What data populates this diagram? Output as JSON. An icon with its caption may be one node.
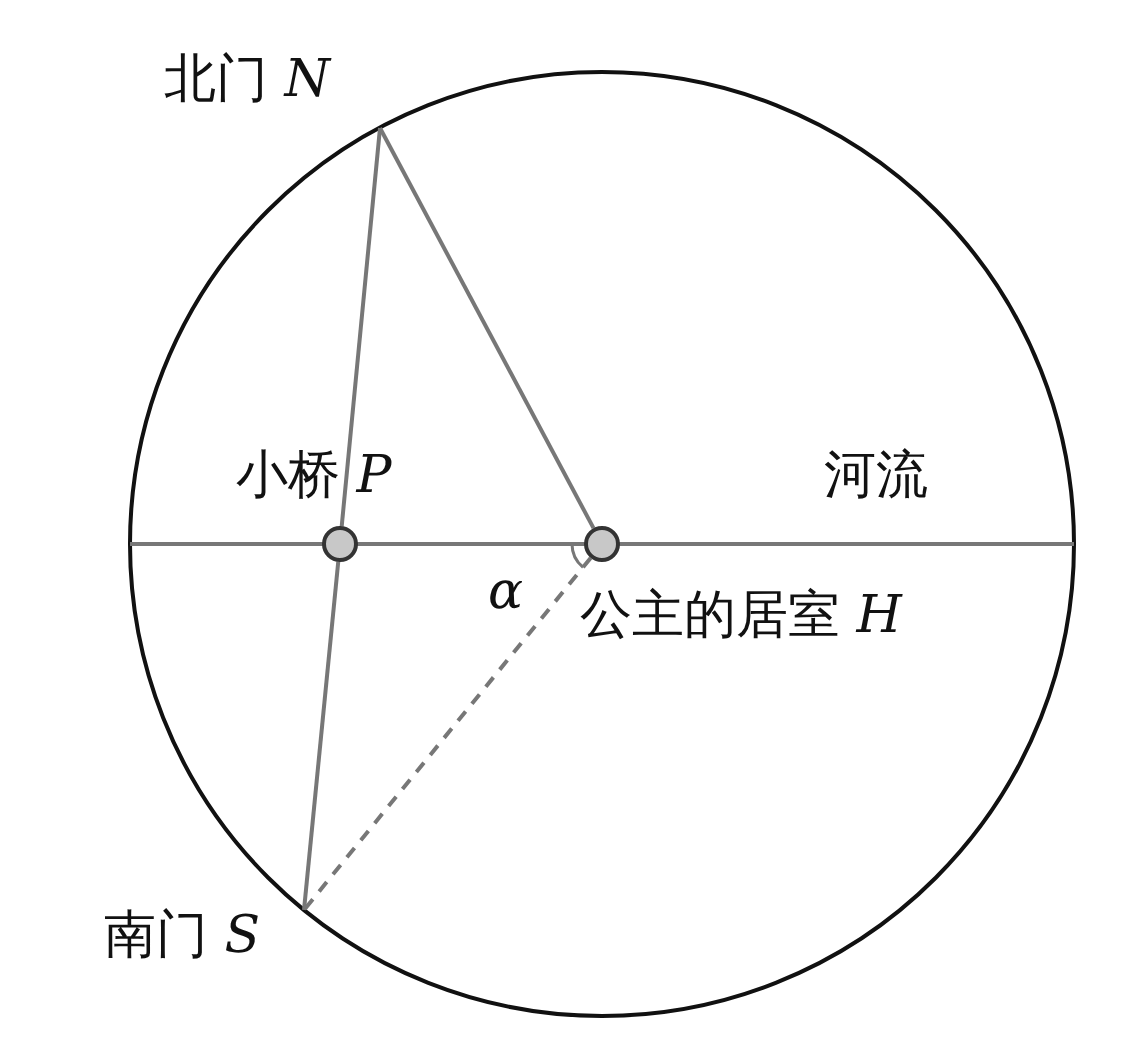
{
  "diagram": {
    "nodes": [
      {
        "text": [
          "北门 *N*"
        ]
      },
      {
        "text": [],
        "shape": "circle",
        "beside": [
          "小桥 *P*"
        ]
      },
      {
        "text": [],
        "shape": "circle",
        "beside": [
          "公主的居室 *H*"
        ]
      },
      {
        "text": [
          "南门 *S*"
        ]
      }
    ],
    "edges": [
      {
        "from": 0,
        "to": 1,
        "arrow": "none"
      },
      {
        "from": 1,
        "to": 3,
        "arrow": "none"
      },
      {
        "from": 0,
        "to": 2,
        "arrow": "none"
      },
      {
        "from": 2,
        "to": 3,
        "arrow": "none",
        "style": "dashed"
      }
    ],
    "labels": [
      "河流",
      "*α*"
    ]
  }
}
